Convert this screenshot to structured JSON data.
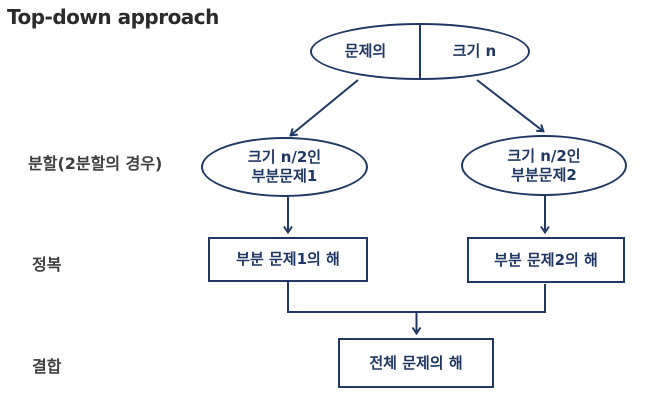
{
  "diagram": {
    "title": "Top-down approach",
    "colors": {
      "shape_outline": "#1f3864",
      "shape_text": "#1f3864",
      "title_text": "#2b2b2b",
      "stage_label_text": "#3f3f3f",
      "background": "#ffffff"
    },
    "root": {
      "left_text": "문제의",
      "right_text": "크기 n"
    },
    "sub1": {
      "line1": "크기 n/2인",
      "line2": "부분문제1"
    },
    "sub2": {
      "line1": "크기 n/2인",
      "line2": "부분문제2"
    },
    "sol1": {
      "text": "부분 문제1의 해"
    },
    "sol2": {
      "text": "부분 문제2의 해"
    },
    "final": {
      "text": "전체 문제의 해"
    },
    "stages": [
      {
        "label": "분할(2분할의 경우)"
      },
      {
        "label": "정복"
      },
      {
        "label": "결합"
      }
    ]
  }
}
